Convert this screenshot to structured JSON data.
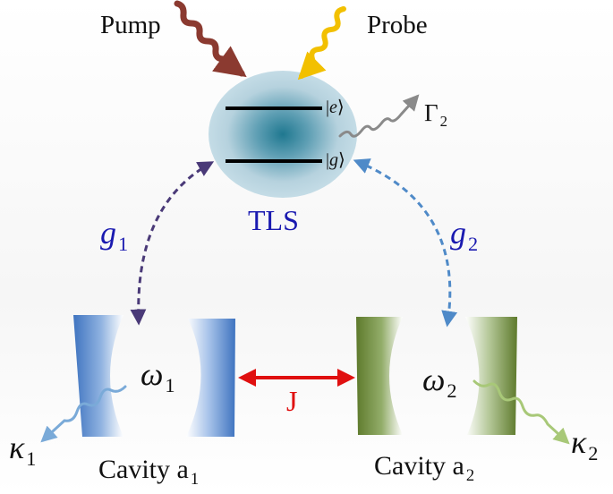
{
  "labels": {
    "pump": "Pump",
    "probe": "Probe",
    "excited_state": "e",
    "ground_state": "g",
    "gamma": "Γ",
    "gamma_sub": "2",
    "tls": "TLS",
    "g1": "g",
    "g1_sub": "1",
    "g2": "g",
    "g2_sub": "2",
    "omega1": "ω",
    "omega1_sub": "1",
    "omega2": "ω",
    "omega2_sub": "2",
    "coupling": "J",
    "kappa1": "κ",
    "kappa1_sub": "1",
    "kappa2": "κ",
    "kappa2_sub": "2",
    "cavity1": "Cavity a",
    "cavity1_sub": "1",
    "cavity2": "Cavity a",
    "cavity2_sub": "2"
  },
  "colors": {
    "pump_wave": "#8b3a30",
    "probe_wave": "#f2c000",
    "tls_blob": "#bcd6e2",
    "tls_core": "#2a7d95",
    "g1_arrow": "#4a3a78",
    "g2_arrow": "#4f8ac8",
    "coupling_arrow": "#e01010",
    "cavity1_mirror": "#4a7fc8",
    "cavity2_mirror": "#6e8a3c",
    "kappa1_wave": "#7aaad8",
    "kappa2_wave": "#a8c878",
    "gamma_wave": "#8a8a8a",
    "blue_label": "#1a1ab0",
    "red_label": "#e01010"
  }
}
